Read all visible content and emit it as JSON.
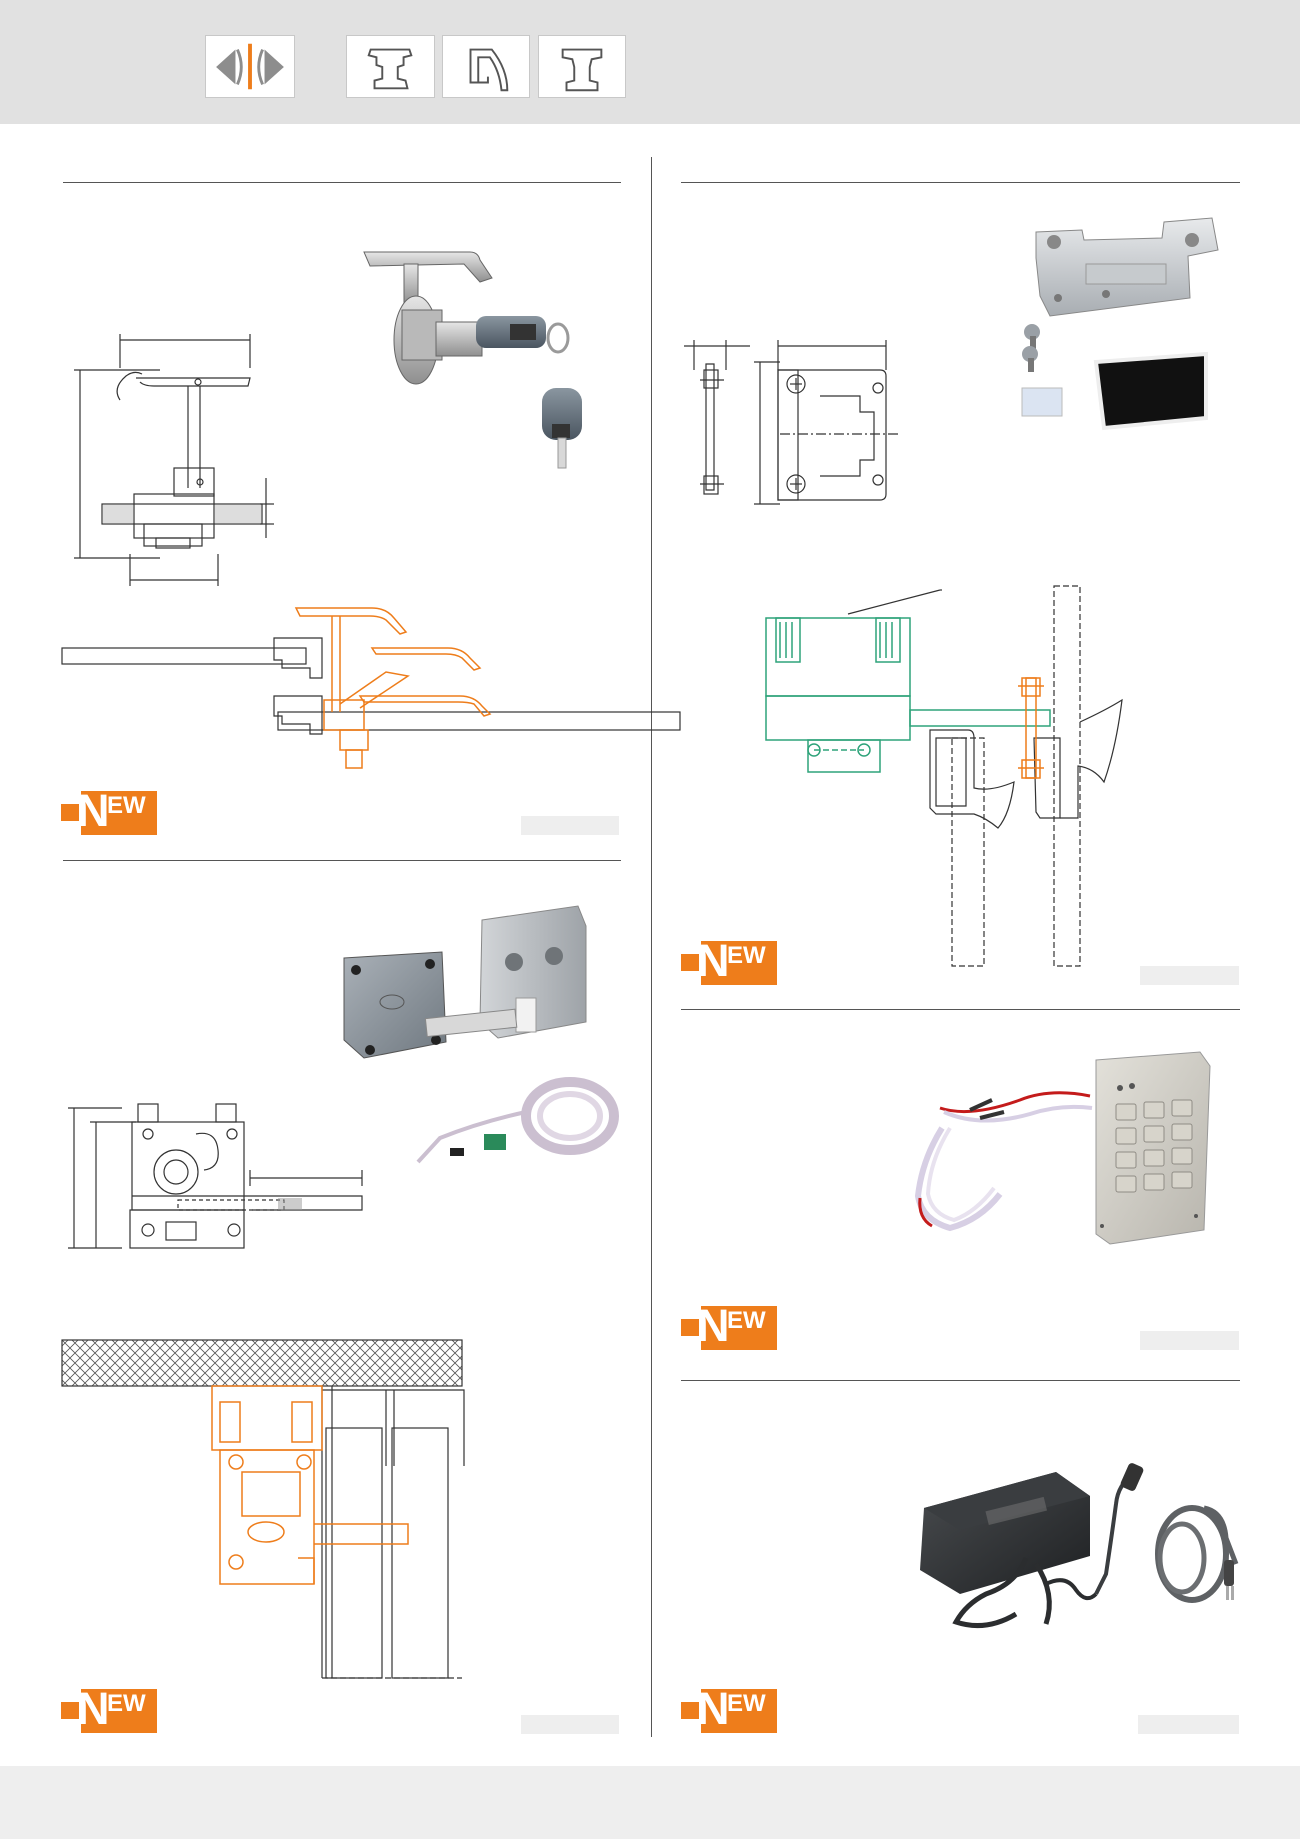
{
  "header": {
    "icons": [
      {
        "name": "sliding-door-arrows-icon"
      },
      {
        "name": "profile-section-icon-1"
      },
      {
        "name": "profile-section-icon-2"
      },
      {
        "name": "profile-section-icon-3"
      }
    ]
  },
  "badges": {
    "letter_n": "N",
    "letters_ew": "EW"
  },
  "colors": {
    "accent": "#ee7d1b",
    "accent_dark": "#d9650a",
    "diagram_green": "#2ea37a",
    "drawing_line": "#333333",
    "header_band": "#e1e1e1",
    "footer_band": "#eeeeee"
  }
}
